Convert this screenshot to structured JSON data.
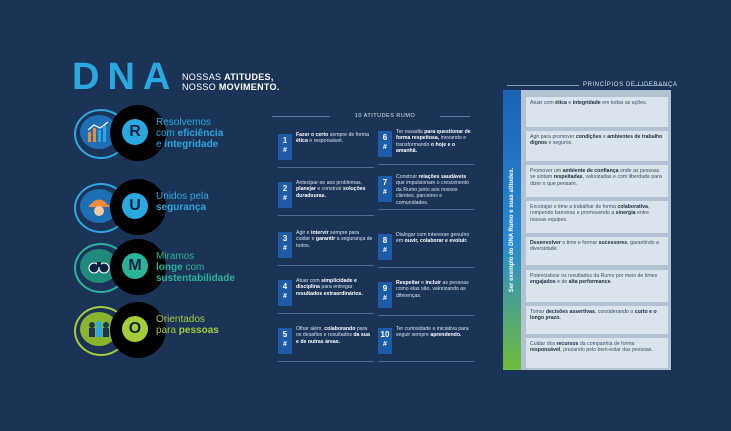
{
  "header": {
    "logo": "DNA",
    "tagline_line1_a": "NOSSAS ",
    "tagline_line1_b": "ATITUDES,",
    "tagline_line2_a": "NOSSO ",
    "tagline_line2_b": "MOVIMENTO."
  },
  "values": [
    {
      "letter": "R",
      "line1": "Resolvemos",
      "line2a": "com ",
      "line2b": "eficiência",
      "line3a": "e ",
      "line3b": "integridade",
      "color": "#2aa9e0",
      "icon": "chart-buildings-icon"
    },
    {
      "letter": "U",
      "line1": "Unidos pela",
      "line2a": "",
      "line2b": "segurança",
      "line3a": "",
      "line3b": "",
      "color": "#2aa9e0",
      "icon": "safety-helmet-icon"
    },
    {
      "letter": "M",
      "line1": "Miramos",
      "line2a": "",
      "line2b": "longe",
      "line2c": " com",
      "line3a": "",
      "line3b": "sustentabilidade",
      "color": "#2bb39a",
      "icon": "binoculars-icon"
    },
    {
      "letter": "O",
      "line1": "Orientados",
      "line2a": "para ",
      "line2b": "pessoas",
      "line3a": "",
      "line3b": "",
      "color": "#a7cc3a",
      "icon": "people-icon"
    }
  ],
  "attitudes": {
    "title": "10 ATITUDES RUMO",
    "items": [
      {
        "n": "1",
        "a": "",
        "b": "Fazer o certo",
        "c": " sempre de forma ",
        "d": "ética",
        "e": " e responsável."
      },
      {
        "n": "2",
        "a": "Antecipar-se aos problemas, ",
        "b": "planejar",
        "c": " e construir ",
        "d": "soluções duradouras.",
        "e": ""
      },
      {
        "n": "3",
        "a": "Agir e ",
        "b": "intervir",
        "c": " sempre para cuidar e ",
        "d": "garantir",
        "e": " a segurança de todos."
      },
      {
        "n": "4",
        "a": "Atuar com ",
        "b": "simplicidade e disciplina",
        "c": " para entregar ",
        "d": "resultados extraordinários.",
        "e": ""
      },
      {
        "n": "5",
        "a": "Olhar além, ",
        "b": "colaborando",
        "c": " para os desafios e resultados ",
        "d": "da sua e de outras áreas.",
        "e": ""
      },
      {
        "n": "6",
        "a": "Ter ousadia ",
        "b": "para questionar de forma respeitosa,",
        "c": " inovando e transformando ",
        "d": "o hoje e o amanhã.",
        "e": ""
      },
      {
        "n": "7",
        "a": "Construir ",
        "b": "relações saudáveis",
        "c": " que impulsionam o crescimento da Rumo junto aos nossos clientes, parceiros e comunidades.",
        "d": "",
        "e": ""
      },
      {
        "n": "8",
        "a": "Dialogar com interesse genuíno em ",
        "b": "ouvir, colaborar e evoluir.",
        "c": "",
        "d": "",
        "e": ""
      },
      {
        "n": "9",
        "a": "",
        "b": "Respeitar",
        "c": " e ",
        "d": "incluir",
        "e": " as pessoas como elas são, valorizando as diferenças."
      },
      {
        "n": "10",
        "a": "Ter curiosidade e iniciativa para seguir sempre ",
        "b": "aprendendo.",
        "c": "",
        "d": "",
        "e": ""
      }
    ]
  },
  "leadership": {
    "title": "PRINCÍPIOS DE LIDERANÇA",
    "strip_label": "Ser exemplo do DNA Rumo e suas atitudes.",
    "items": [
      {
        "a": "Atuar com ",
        "b": "ética",
        "c": " e ",
        "d": "integridade",
        "e": " em todas as ações."
      },
      {
        "a": "Agir para promover ",
        "b": "condições",
        "c": " e ",
        "d": "ambientes de trabalho dignos",
        "e": " e seguros."
      },
      {
        "a": "Promover um ",
        "b": "ambiente de confiança",
        "c": " onde as pessoas se sintam ",
        "d": "respeitadas",
        "e": ", valorizadas e com liberdade para dizer o que pensam."
      },
      {
        "a": "Encorajar o time a trabalhar de forma ",
        "b": "colaborativa",
        "c": ", rompendo barreiras e promovendo a ",
        "d": "sinergia",
        "e": " entre nossas equipes."
      },
      {
        "a": "",
        "b": "Desenvolver",
        "c": " o time e formar ",
        "d": "sucessores",
        "e": ", garantindo a diversidade."
      },
      {
        "a": "Potencializar os resultados da Rumo por meio de times ",
        "b": "engajados",
        "c": " e de ",
        "d": "alta performance",
        "e": "."
      },
      {
        "a": "Tomar ",
        "b": "decisões assertivas",
        "c": ", considerando o ",
        "d": "curto e o longo prazo.",
        "e": ""
      },
      {
        "a": "Cuidar dos ",
        "b": "recursos",
        "c": " da companhia de forma ",
        "d": "responsável",
        "e": ", prezando pelo bem-estar das pessoas."
      }
    ]
  }
}
